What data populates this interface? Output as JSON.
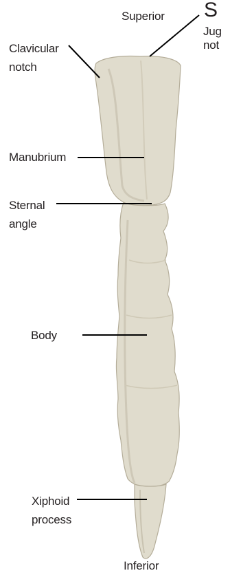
{
  "title_letter": "S",
  "orientation": {
    "superior": "Superior",
    "inferior": "Inferior"
  },
  "labels": {
    "jugular_notch": "Jug\nnot",
    "clavicular_notch": "Clavicular\nnotch",
    "manubrium": "Manubrium",
    "sternal_angle": "Sternal\nangle",
    "body": "Body",
    "xiphoid_process": "Xiphoid\nprocess"
  },
  "colors": {
    "bone_fill": "#e0dccd",
    "bone_shade": "#c9c3b1",
    "bone_outline": "#b4ad99",
    "leader_line": "#000000",
    "text": "#231f20"
  }
}
